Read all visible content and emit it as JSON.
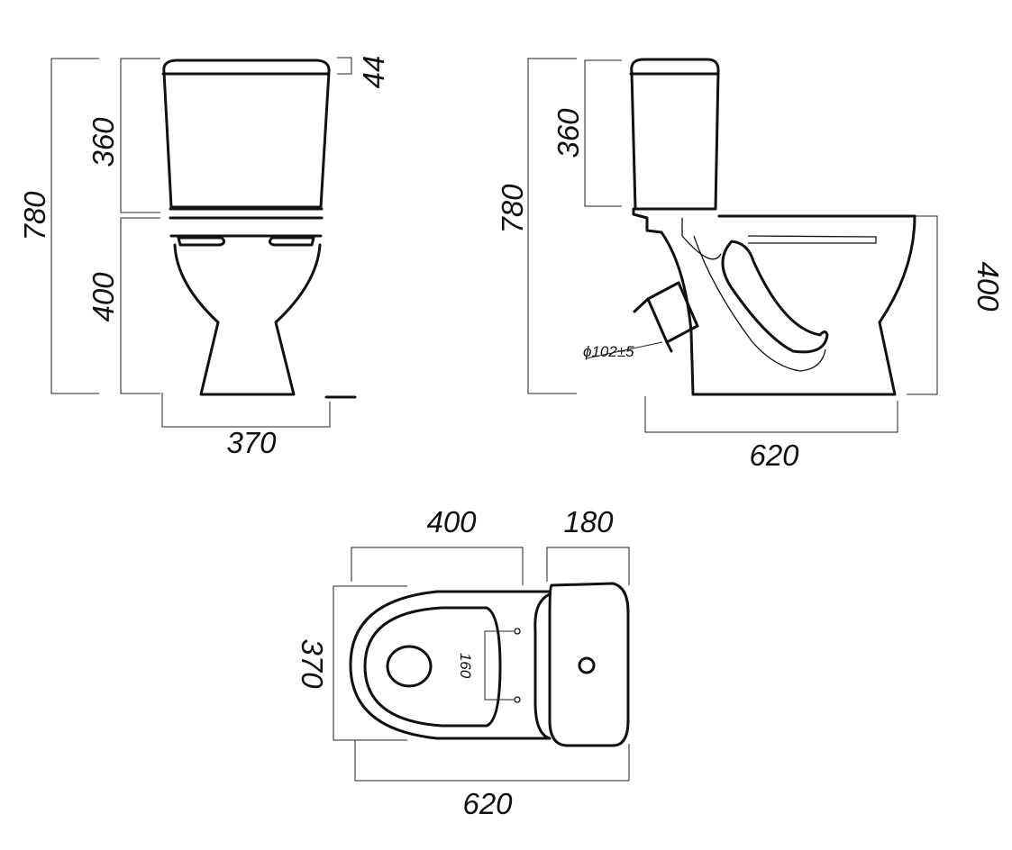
{
  "front_view": {
    "overall_height": "780",
    "tank_height": "360",
    "lid_thickness": "44",
    "bowl_height": "400",
    "width": "370"
  },
  "side_view": {
    "overall_height": "780",
    "tank_height": "360",
    "bowl_height": "400",
    "outlet_diameter": "ϕ102±5",
    "depth": "620"
  },
  "top_view": {
    "bowl_length": "400",
    "tank_depth": "180",
    "width": "370",
    "bolt_spacing": "160",
    "overall_length": "620"
  }
}
